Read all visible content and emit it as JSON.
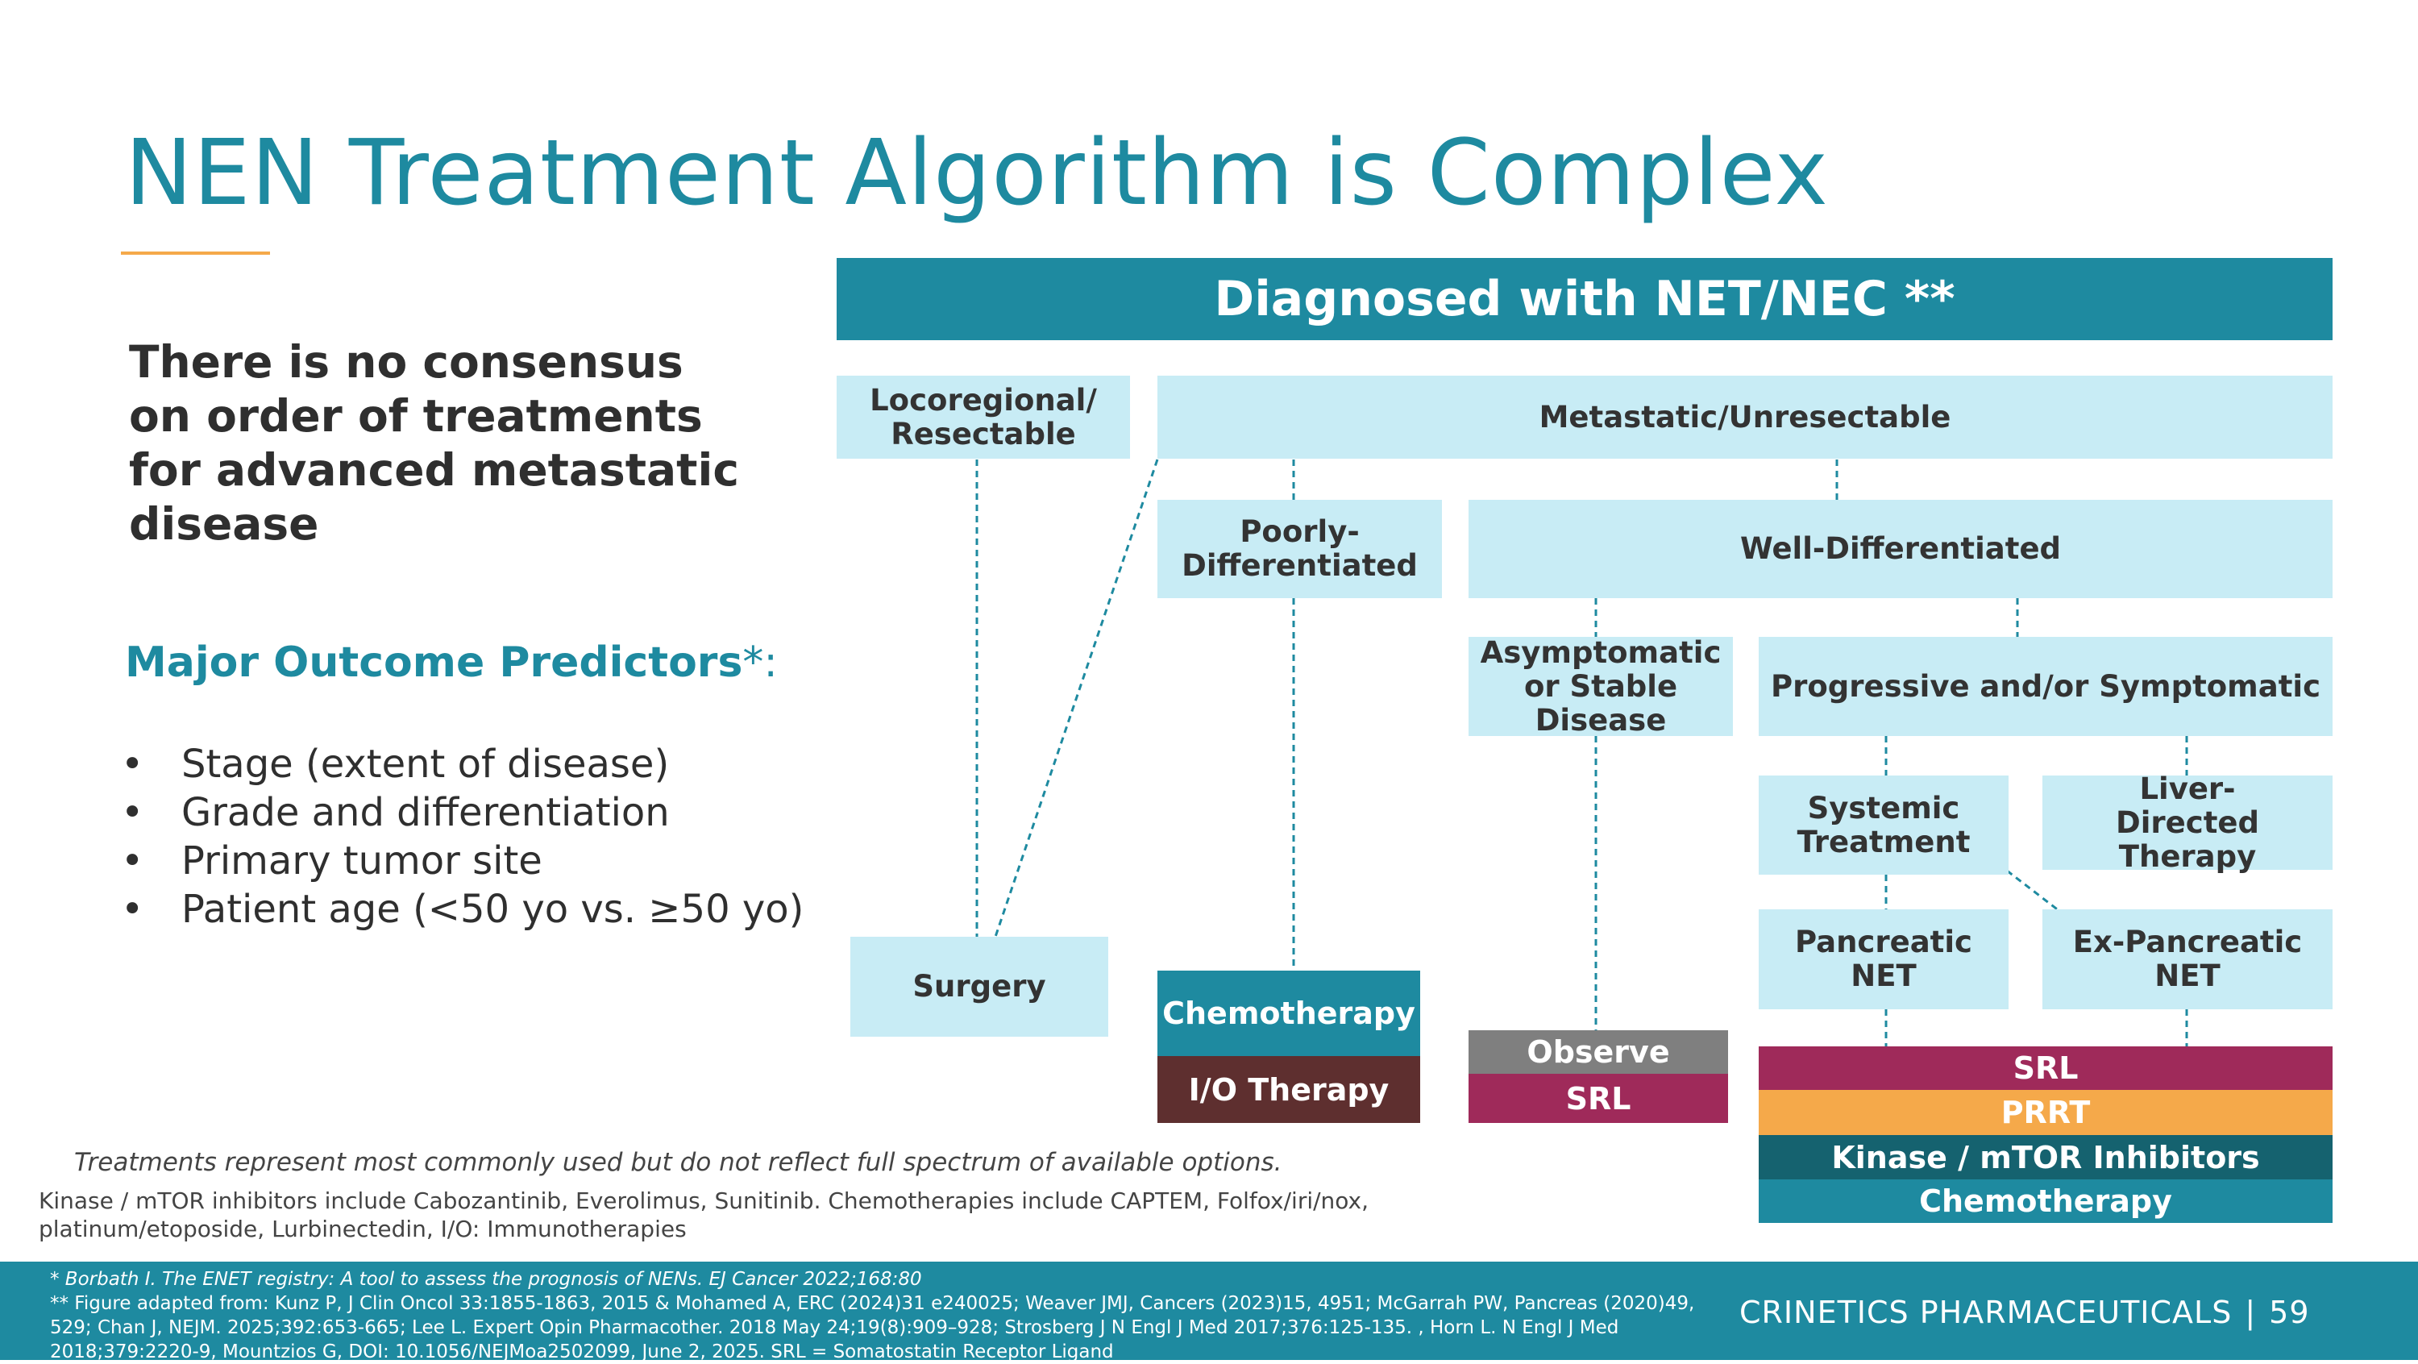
{
  "title": "NEN Treatment Algorithm is Complex",
  "intro": "There is no consensus on order of treatments for advanced metastatic disease",
  "predictors": {
    "label": "Major Outcome Predictors",
    "star": "*",
    "colon": ":"
  },
  "bullets": [
    "Stage (extent of disease)",
    "Grade and differentiation",
    "Primary tumor site",
    "Patient age (<50 yo vs. ≥50 yo)"
  ],
  "bullet_glyph": "•",
  "flow": {
    "header": "Diagnosed with NET/NEC **",
    "locoregional": "Locoregional/ Resectable",
    "metastatic": "Metastatic/Unresectable",
    "poorly": "Poorly- Differentiated",
    "well": "Well-Differentiated",
    "asymptomatic": "Asymptomatic or Stable Disease",
    "progressive": "Progressive and/or Symptomatic",
    "systemic": "Systemic Treatment",
    "liver": "Liver-Directed Therapy",
    "pancreatic": "Pancreatic NET",
    "expancreatic": "Ex-Pancreatic NET",
    "surgery": "Surgery",
    "chemo": "Chemotherapy",
    "io": "I/O Therapy",
    "observe": "Observe",
    "srl_a": "SRL",
    "srl_b": "SRL",
    "prrt": "PRRT",
    "kinase": "Kinase / mTOR Inhibitors",
    "chemo_b": "Chemotherapy"
  },
  "colors": {
    "teal": "#1e8aa0",
    "light_box": "#c8ecf5",
    "orange": "#f5a94a",
    "magenta": "#9f2a5a",
    "dark_teal": "#15626f",
    "brown": "#5e2f2f",
    "gray": "#7f7f7f"
  },
  "notes": {
    "treatments": "Treatments represent most commonly used but do not reflect full spectrum of available options.",
    "drugs": "Kinase / mTOR inhibitors include Cabozantinib, Everolimus, Sunitinib. Chemotherapies include CAPTEM, Folfox/iri/nox, platinum/etoposide, Lurbinectedin, I/O: Immunotherapies"
  },
  "footer": {
    "ref1": "*  Borbath  I. The ENET registry: A tool to assess the prognosis of NENs. EJ Cancer 2022;168:80",
    "ref2": "** Figure adapted from: Kunz P,  J Clin Oncol 33:1855-1863, 2015 & Mohamed A, ERC (2024)31 e240025; Weaver JMJ, Cancers (2023)15, 4951; McGarrah PW, Pancreas (2020)49, 529;  Chan J, NEJM.  2025;392:653-665; Lee L.  Expert Opin Pharmacother. 2018 May 24;19(8):909–928; Strosberg J N Engl J Med 2017;376:125-135. , Horn L.  N Engl J Med 2018;379:2220-9, Mountzios G, DOI: 10.1056/NEJMoa2502099, June 2, 2025.         SRL = Somatostatin Receptor Ligand",
    "company": "CRINETICS PHARMACEUTICALS",
    "separator": "|",
    "page": "59"
  }
}
